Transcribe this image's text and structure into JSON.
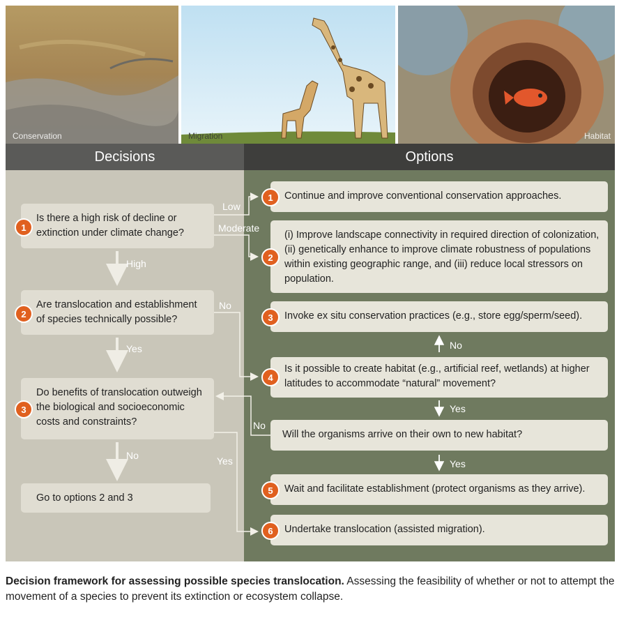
{
  "photos": [
    {
      "caption": "Conservation"
    },
    {
      "caption": "Migration"
    },
    {
      "caption": "Habitat"
    }
  ],
  "headers": {
    "decisions": "Decisions",
    "options": "Options"
  },
  "decisions": [
    {
      "num": "1",
      "text": "Is there a high risk of decline or extinction under climate change?"
    },
    {
      "num": "2",
      "text": "Are translocation and establishment of species technically possible?"
    },
    {
      "num": "3",
      "text": "Do benefits of translocation outweigh the biological and socioeconomic costs and constraints?"
    },
    {
      "num": "",
      "text": "Go to options 2 and 3"
    }
  ],
  "options": [
    {
      "num": "1",
      "text": "Continue and improve conventional conservation approaches."
    },
    {
      "num": "2",
      "text": "(i) Improve landscape connectivity in required direction of colonization, (ii) genetically enhance to improve climate robustness of populations within existing geographic range, and (iii) reduce local stressors on population."
    },
    {
      "num": "3",
      "text": "Invoke ex situ conservation practices (e.g., store egg/sperm/seed)."
    },
    {
      "num": "4",
      "text": "Is it possible to create habitat (e.g., artificial reef, wetlands) at higher latitudes to accommodate “natural” movement?"
    },
    {
      "num": "",
      "text": "Will the organisms arrive on their own to new habitat?"
    },
    {
      "num": "5",
      "text": "Wait and facilitate establishment (protect organisms as they arrive)."
    },
    {
      "num": "6",
      "text": "Undertake translocation (assisted migration)."
    }
  ],
  "edge_labels": {
    "low": "Low",
    "moderate": "Moderate",
    "high": "High",
    "no_2": "No",
    "yes_2": "Yes",
    "no_3": "No",
    "yes_3": "Yes",
    "no_opt3": "No",
    "yes_opt4": "Yes",
    "no_arrive": "No",
    "yes_arrive": "Yes"
  },
  "caption": {
    "title": "Decision framework for assessing possible species translocation.",
    "body": " Assessing the feasibility of whether or not to attempt the movement of a species to prevent its extinction or ecosystem collapse."
  },
  "colors": {
    "left_header": "#5a5a58",
    "right_header": "#3e3e3c",
    "left_panel": "#c9c6b9",
    "right_panel": "#6f7a5f",
    "number_badge": "#e0601f"
  }
}
